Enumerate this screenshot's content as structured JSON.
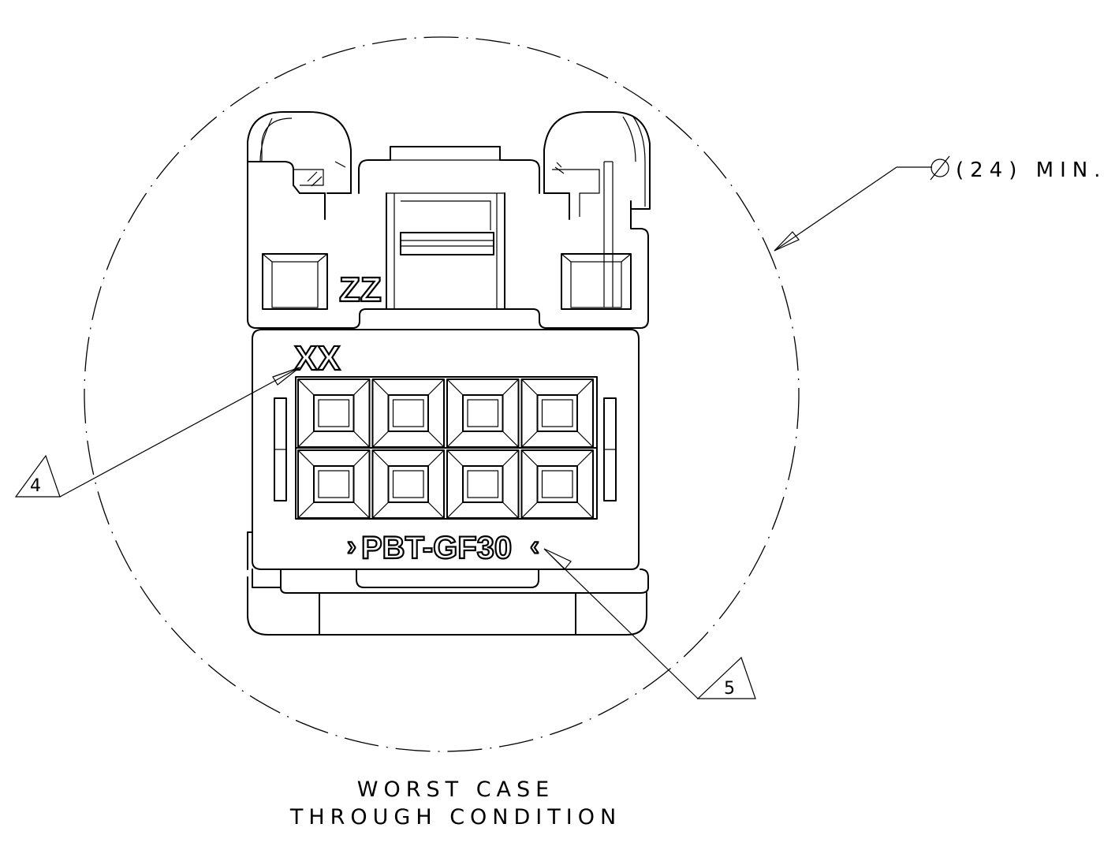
{
  "dimension": {
    "text": "(24) MIN.",
    "symbol": "Ø"
  },
  "markings": {
    "top": "ZZ",
    "upper": "XX",
    "material": "PBT-GF30",
    "left_arrow": "›",
    "right_arrow": "‹"
  },
  "callouts": {
    "four": "4",
    "five": "5"
  },
  "caption": {
    "line1": "WORST CASE",
    "line2": "THROUGH CONDITION"
  },
  "cavities": {
    "rows": 2,
    "columns": 4
  }
}
